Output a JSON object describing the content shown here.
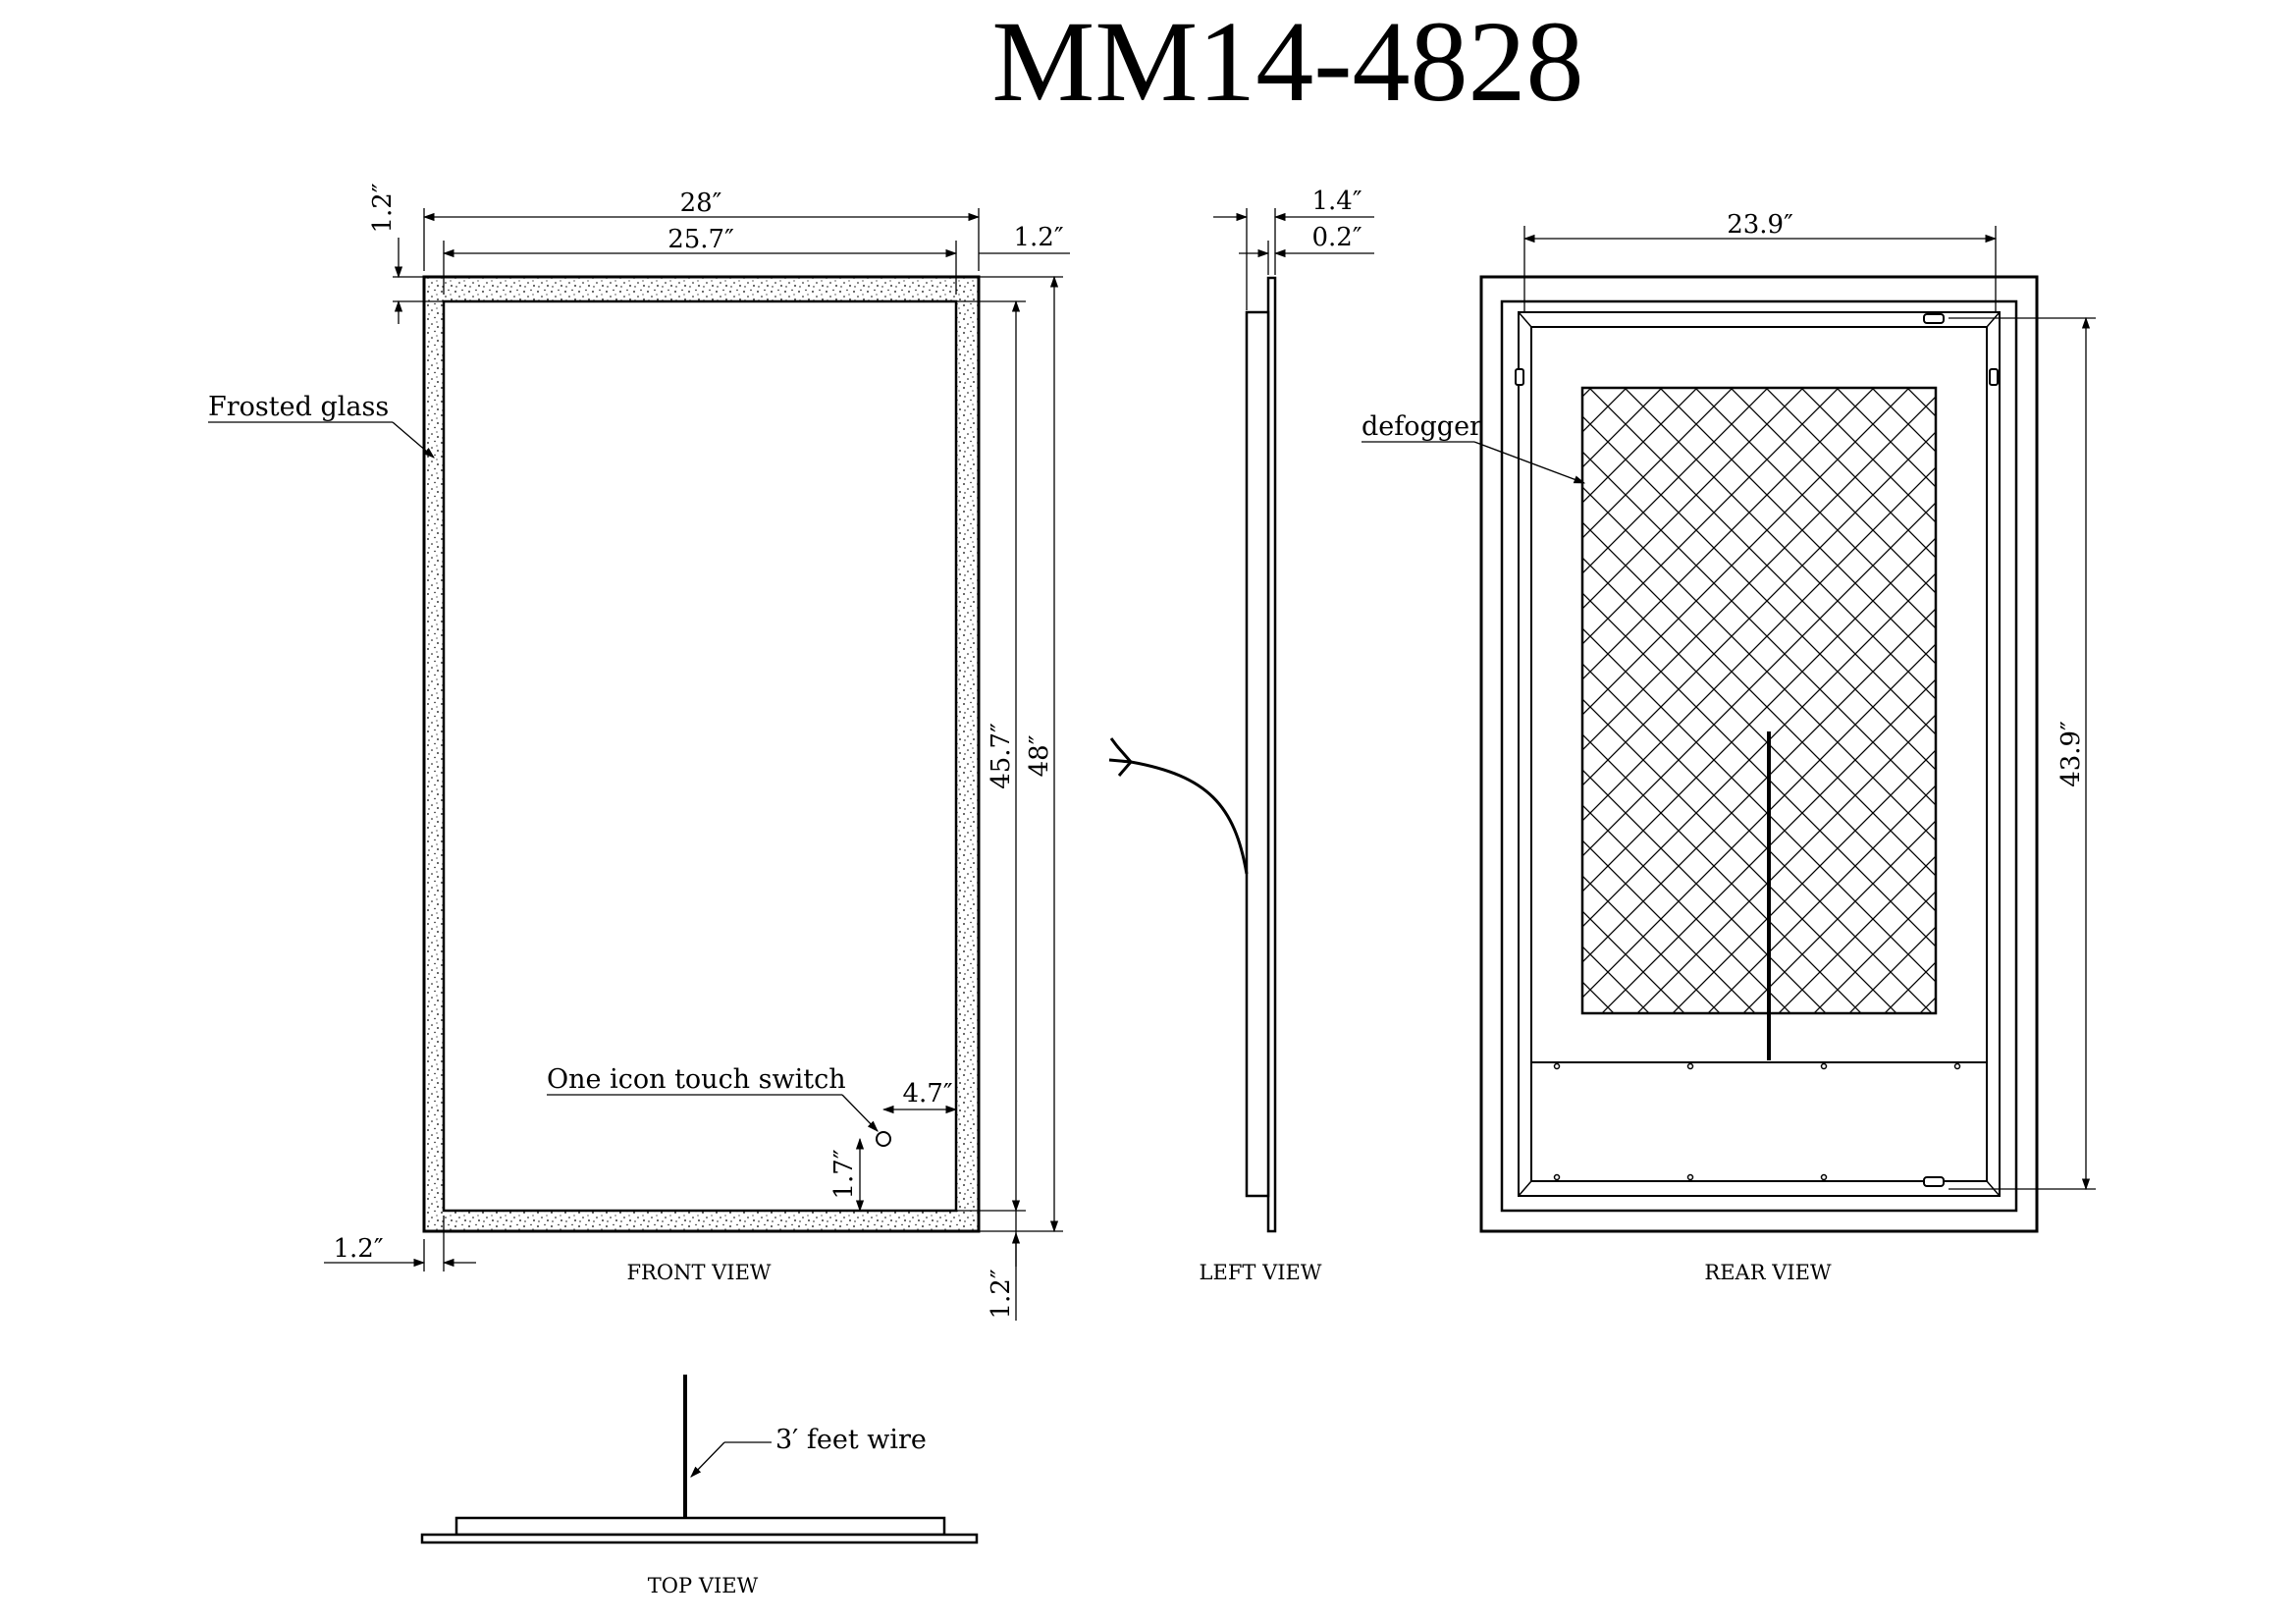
{
  "title": "MM14-4828",
  "front_view": {
    "caption": "FRONT VIEW",
    "frosted_label": "Frosted glass",
    "switch_label": "One icon touch switch",
    "dims": {
      "overall_width": "28″",
      "inner_width": "25.7″",
      "top_border": "1.2″",
      "right_border": "1.2″",
      "left_border": "1.2″",
      "bottom_border": "1.2″",
      "inner_height": "45.7″",
      "overall_height": "48″",
      "switch_offset_x": "4.7″",
      "switch_offset_y": "1.7″"
    }
  },
  "left_view": {
    "caption": "LEFT VIEW",
    "dims": {
      "depth": "1.4″",
      "glass": "0.2″"
    }
  },
  "rear_view": {
    "caption": "REAR VIEW",
    "defogger_label": "defogger",
    "dims": {
      "width": "23.9″",
      "height": "43.9″"
    }
  },
  "top_view": {
    "caption": "TOP VIEW",
    "wire_label": "3′ feet wire"
  }
}
